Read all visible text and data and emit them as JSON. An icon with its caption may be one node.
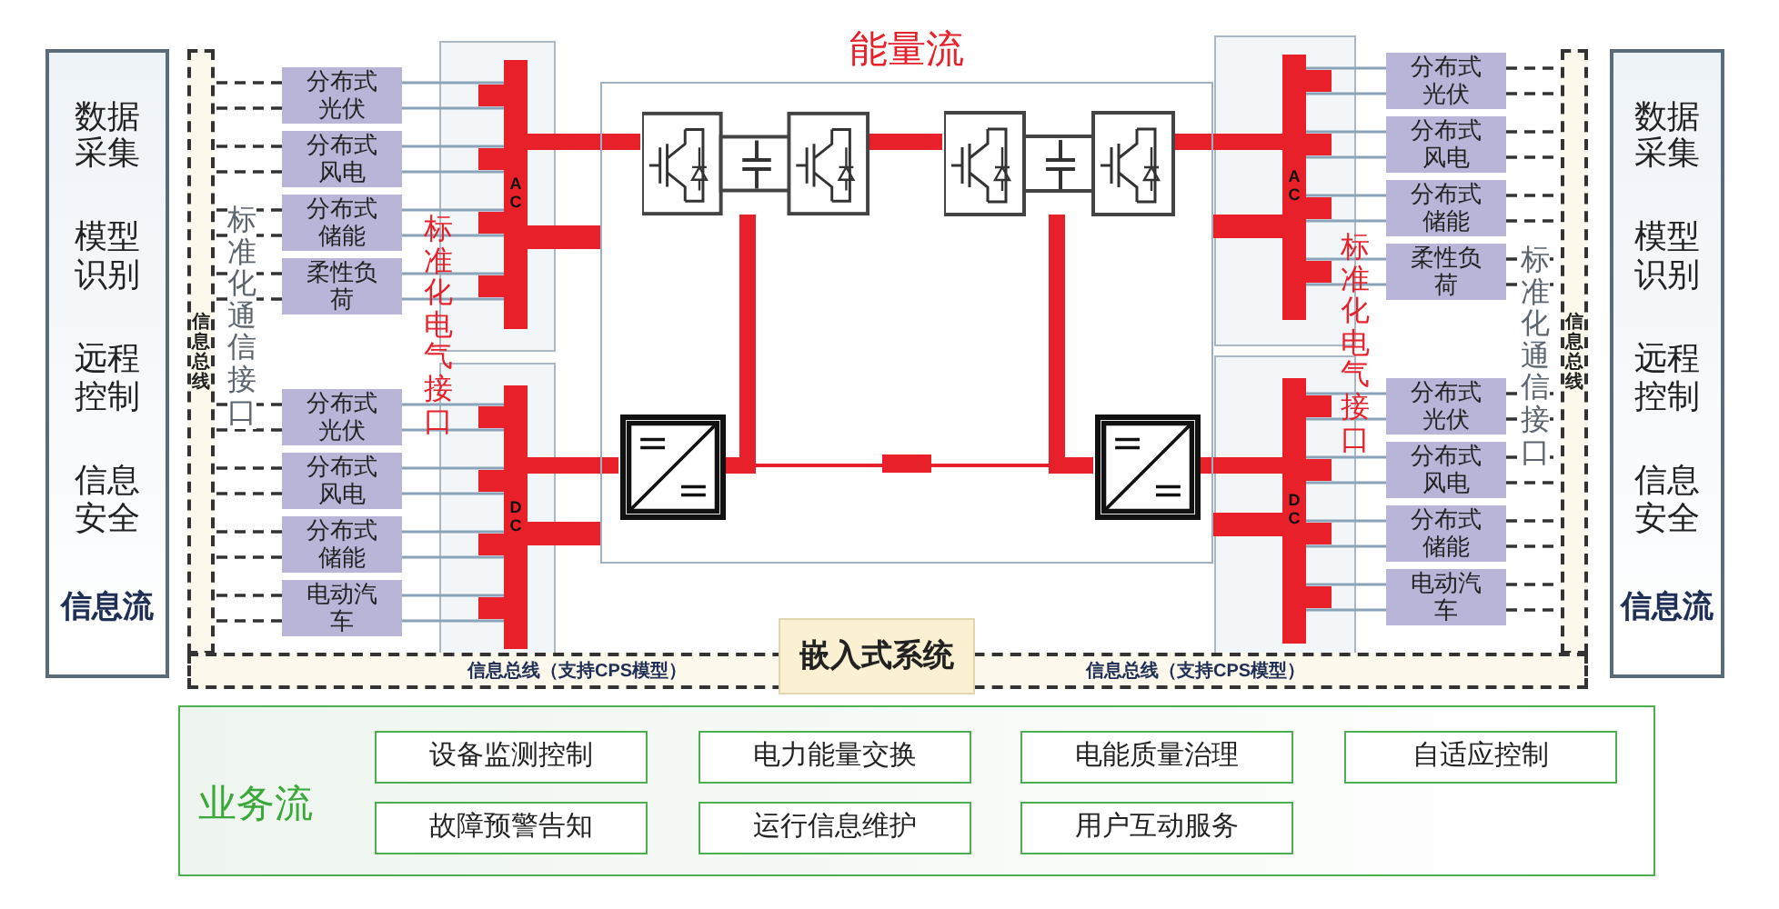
{
  "diagram": {
    "nodes": [
      {
        "text": [
          "数据采集",
          "模型识别",
          "远程控制",
          "信息安全",
          "信息流"
        ]
      },
      {
        "text": [
          "信息总线"
        ]
      },
      {
        "text": [
          "分布式光伏"
        ]
      },
      {
        "text": [
          "分布式风电"
        ]
      },
      {
        "text": [
          "分布式储能"
        ]
      },
      {
        "text": [
          "柔性负荷"
        ]
      },
      {
        "text": [
          "分布式光伏"
        ]
      },
      {
        "text": [
          "分布式风电"
        ]
      },
      {
        "text": [
          "分布式储能"
        ]
      },
      {
        "text": [
          "电动汽车"
        ]
      },
      {
        "text": [
          "AC"
        ]
      },
      {
        "text": [
          "DC"
        ]
      },
      {
        "text": [
          "能量流"
        ]
      },
      {
        "text": [],
        "shape": "picture",
        "in": 12
      },
      {
        "text": [],
        "shape": "picture",
        "in": 12
      },
      {
        "text": [],
        "shape": "box",
        "in": 12
      },
      {
        "text": [],
        "shape": "box",
        "in": 12
      },
      {
        "text": [
          "AC"
        ]
      },
      {
        "text": [
          "DC"
        ]
      },
      {
        "text": [
          "分布式光伏"
        ]
      },
      {
        "text": [
          "分布式风电"
        ]
      },
      {
        "text": [
          "分布式储能"
        ]
      },
      {
        "text": [
          "柔性负荷"
        ]
      },
      {
        "text": [
          "分布式光伏"
        ]
      },
      {
        "text": [
          "分布式风电"
        ]
      },
      {
        "text": [
          "分布式储能"
        ]
      },
      {
        "text": [
          "电动汽车"
        ]
      },
      {
        "text": [
          "信息总线"
        ]
      },
      {
        "text": [
          "数据采集",
          "模型识别",
          "远程控制",
          "信息安全",
          "信息流"
        ]
      },
      {
        "text": [
          "信息总线（支持CPS模型）",
          "信息总线（支持CPS模型）"
        ]
      },
      {
        "text": [
          "嵌入式系统"
        ]
      },
      {
        "text": [
          "业务流"
        ]
      },
      {
        "text": [
          "设备监测控制"
        ],
        "in": 31
      },
      {
        "text": [
          "电力能量交换"
        ],
        "in": 31
      },
      {
        "text": [
          "电能质量治理"
        ],
        "in": 31
      },
      {
        "text": [
          "自适应控制"
        ],
        "in": 31
      },
      {
        "text": [
          "故障预警告知"
        ],
        "in": 31
      },
      {
        "text": [
          "运行信息维护"
        ],
        "in": 31
      },
      {
        "text": [
          "用户互动服务"
        ],
        "in": 31
      }
    ],
    "edges": [
      {
        "from": 2,
        "to": 1,
        "arrow": "none",
        "style": "dashed"
      },
      {
        "from": 3,
        "to": 1,
        "arrow": "none",
        "style": "dashed"
      },
      {
        "from": 4,
        "to": 1,
        "arrow": "none",
        "style": "dashed"
      },
      {
        "from": 5,
        "to": 1,
        "arrow": "none",
        "style": "dashed"
      },
      {
        "from": 6,
        "to": 1,
        "arrow": "none",
        "style": "dashed"
      },
      {
        "from": 7,
        "to": 1,
        "arrow": "none",
        "style": "dashed"
      },
      {
        "from": 8,
        "to": 1,
        "arrow": "none",
        "style": "dashed"
      },
      {
        "from": 9,
        "to": 1,
        "arrow": "none",
        "style": "dashed"
      },
      {
        "from": 2,
        "to": 10,
        "arrow": "none",
        "color": "#8aa3b8"
      },
      {
        "from": 3,
        "to": 10,
        "arrow": "none",
        "color": "#8aa3b8"
      },
      {
        "from": 4,
        "to": 10,
        "arrow": "none",
        "color": "#8aa3b8"
      },
      {
        "from": 5,
        "to": 10,
        "arrow": "none",
        "color": "#8aa3b8"
      },
      {
        "from": 6,
        "to": 11,
        "arrow": "none",
        "color": "#8aa3b8"
      },
      {
        "from": 7,
        "to": 11,
        "arrow": "none",
        "color": "#8aa3b8"
      },
      {
        "from": 8,
        "to": 11,
        "arrow": "none",
        "color": "#8aa3b8"
      },
      {
        "from": 9,
        "to": 11,
        "arrow": "none",
        "color": "#8aa3b8"
      },
      {
        "from": 10,
        "to": 13,
        "arrow": "none",
        "style": "thick",
        "color": "#e8202a"
      },
      {
        "from": 14,
        "to": 13,
        "arrow": "none",
        "style": "thick",
        "color": "#e8202a"
      },
      {
        "from": 17,
        "to": 14,
        "arrow": "none",
        "style": "thick",
        "color": "#e8202a"
      },
      {
        "from": 11,
        "to": 15,
        "arrow": "none",
        "style": "thick",
        "color": "#e8202a"
      },
      {
        "from": 16,
        "to": 18,
        "arrow": "none",
        "style": "thick",
        "color": "#e8202a"
      },
      {
        "from": 13,
        "to": 15,
        "arrow": "none",
        "style": "thick",
        "color": "#e8202a"
      },
      {
        "from": 14,
        "to": 16,
        "arrow": "none",
        "style": "thick",
        "color": "#e8202a"
      },
      {
        "from": 15,
        "to": 16,
        "arrow": "none",
        "color": "#e8202a"
      },
      {
        "from": 17,
        "to": 19,
        "arrow": "none",
        "color": "#8aa3b8"
      },
      {
        "from": 17,
        "to": 20,
        "arrow": "none",
        "color": "#8aa3b8"
      },
      {
        "from": 17,
        "to": 21,
        "arrow": "none",
        "color": "#8aa3b8"
      },
      {
        "from": 17,
        "to": 22,
        "arrow": "none",
        "color": "#8aa3b8"
      },
      {
        "from": 18,
        "to": 23,
        "arrow": "none",
        "color": "#8aa3b8"
      },
      {
        "from": 18,
        "to": 24,
        "arrow": "none",
        "color": "#8aa3b8"
      },
      {
        "from": 18,
        "to": 25,
        "arrow": "none",
        "color": "#8aa3b8"
      },
      {
        "from": 18,
        "to": 26,
        "arrow": "none",
        "color": "#8aa3b8"
      },
      {
        "from": 19,
        "to": 27,
        "arrow": "none",
        "style": "dashed"
      },
      {
        "from": 20,
        "to": 27,
        "arrow": "none",
        "style": "dashed"
      },
      {
        "from": 21,
        "to": 27,
        "arrow": "none",
        "style": "dashed"
      },
      {
        "from": 22,
        "to": 27,
        "arrow": "none",
        "style": "dashed"
      },
      {
        "from": 23,
        "to": 27,
        "arrow": "none",
        "style": "dashed"
      },
      {
        "from": 24,
        "to": 27,
        "arrow": "none",
        "style": "dashed"
      },
      {
        "from": 25,
        "to": 27,
        "arrow": "none",
        "style": "dashed"
      },
      {
        "from": 26,
        "to": 27,
        "arrow": "none",
        "style": "dashed"
      }
    ],
    "labels": [
      "标准化通信接口",
      "标准化电气接口",
      "标准化电气接口",
      "标准化通信接口"
    ]
  }
}
